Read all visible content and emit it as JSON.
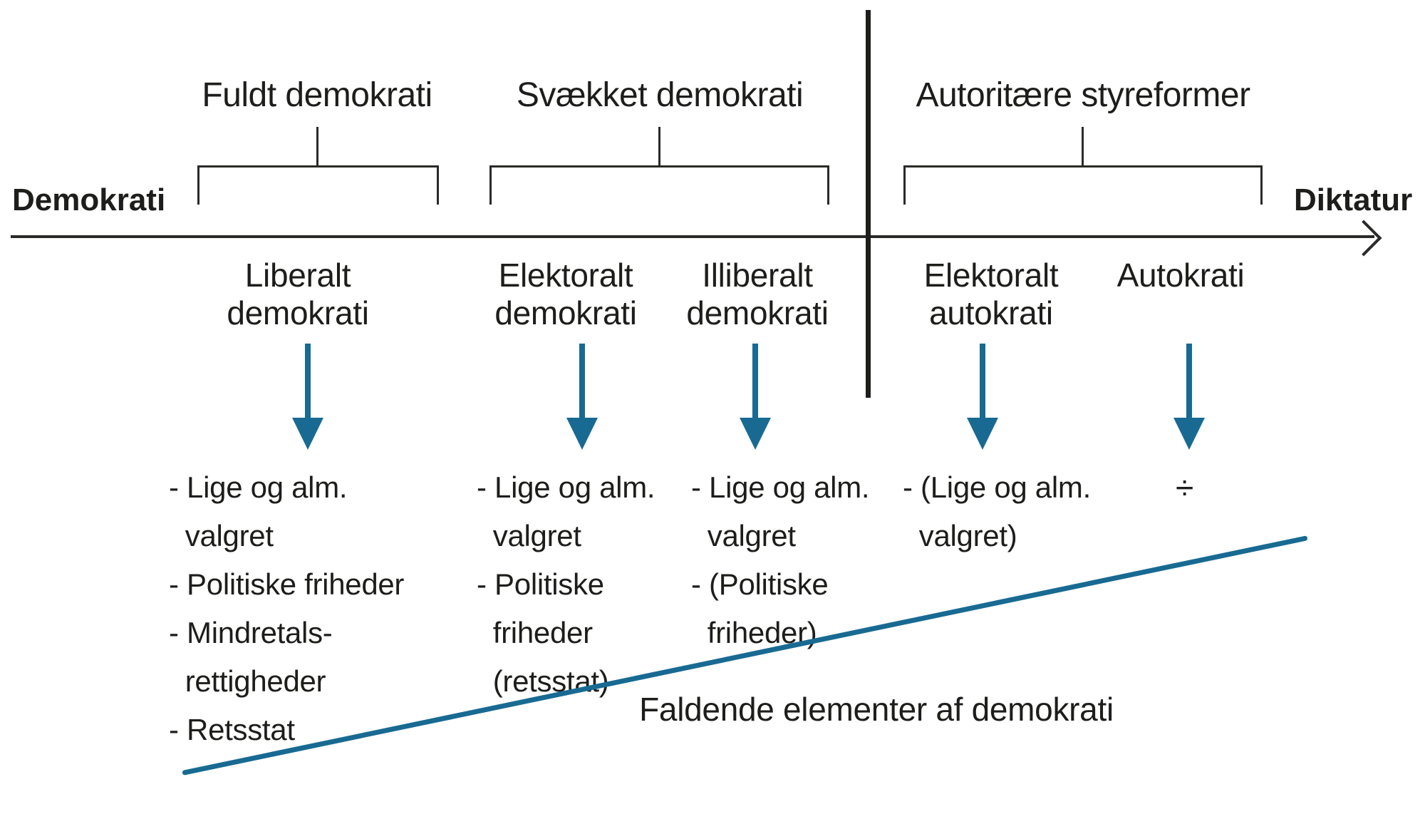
{
  "colors": {
    "accent_blue": "#186a92",
    "ink": "#1d1d1b"
  },
  "axis": {
    "left_label": "Demokrati",
    "right_label": "Diktatur"
  },
  "groups": [
    {
      "title": "Fuldt demokrati"
    },
    {
      "title": "Svækket demokrati"
    },
    {
      "title": "Autoritære styreformer"
    }
  ],
  "columns": [
    {
      "label": "Liberalt\ndemokrati",
      "items": "- Lige og alm.\n  valgret\n- Politiske friheder\n- Mindretals-\n  rettigheder\n- Retsstat"
    },
    {
      "label": "Elektoralt\ndemokrati",
      "items": "- Lige og alm.\n  valgret\n- Politiske\n  friheder\n  (retsstat)"
    },
    {
      "label": "Illiberalt\ndemokrati",
      "items": "- Lige og alm.\n  valgret\n- (Politiske\n  friheder)"
    },
    {
      "label": "Elektoralt\nautokrati",
      "items": "- (Lige og alm.\n  valgret)"
    },
    {
      "label": "Autokrati",
      "items": "÷"
    }
  ],
  "caption": "Faldende elementer af demokrati"
}
